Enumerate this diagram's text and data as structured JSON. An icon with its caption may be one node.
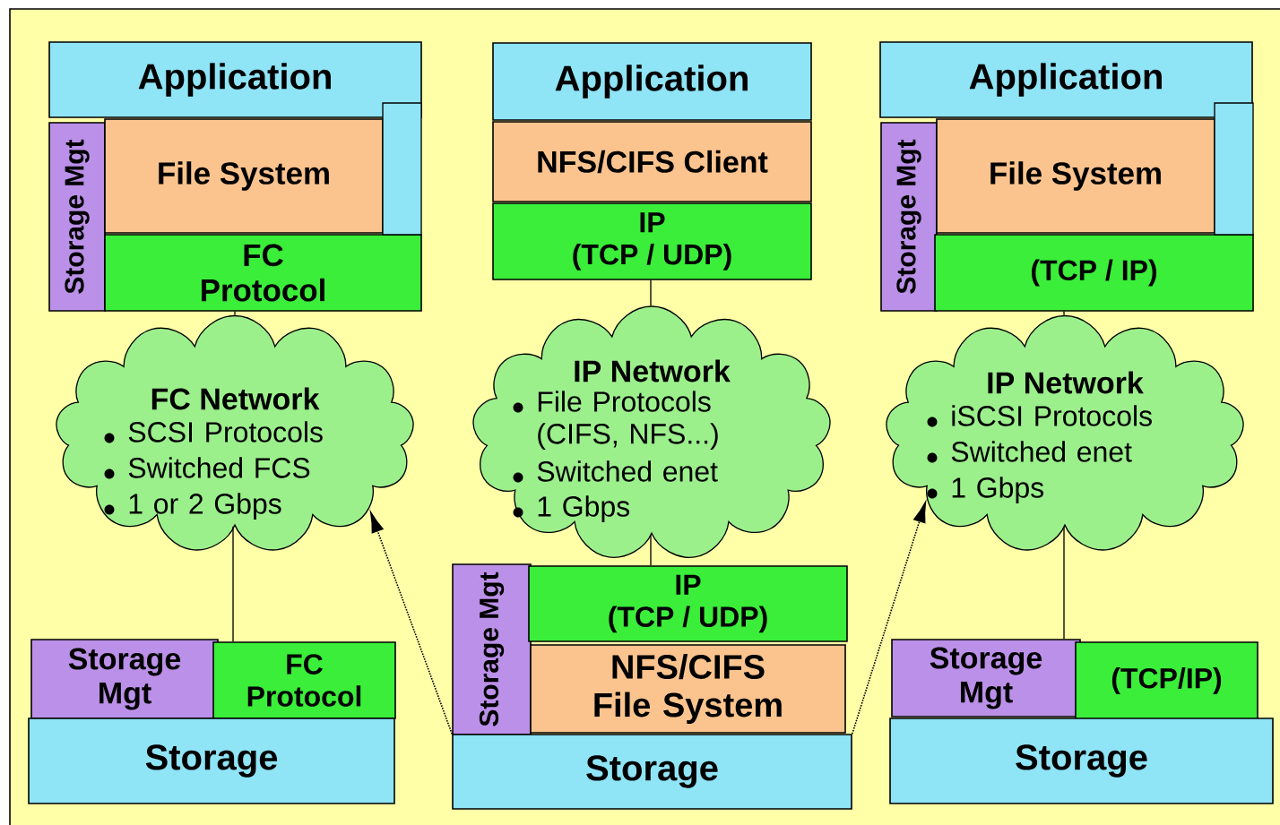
{
  "diagram": {
    "nodes": [
      {
        "text": [
          "Application"
        ]
      },
      {
        "text": [
          "Storage Mgt"
        ]
      },
      {
        "text": [
          "File System"
        ]
      },
      {
        "text": [
          "FC Protocol"
        ]
      },
      {
        "text": [
          "Application"
        ]
      },
      {
        "text": [
          "NFS/CIFS Client"
        ]
      },
      {
        "text": [
          "IP",
          "(TCP / UDP)"
        ]
      },
      {
        "text": [
          "Application"
        ]
      },
      {
        "text": [
          "Storage Mgt"
        ]
      },
      {
        "text": [
          "File System"
        ]
      },
      {
        "text": [
          "(TCP / IP)"
        ]
      },
      {
        "text": [
          "FC Network",
          "SCSI Protocols",
          "Switched FCS",
          "1 or 2 Gbps"
        ]
      },
      {
        "text": [
          "IP Network",
          "File Protocols (CIFS, NFS...)",
          "Switched enet",
          "1 Gbps"
        ]
      },
      {
        "text": [
          "IP Network",
          "iSCSI Protocols",
          "Switched enet",
          "1 Gbps"
        ]
      },
      {
        "text": [
          "Storage Mgt"
        ]
      },
      {
        "text": [
          "FC Protocol"
        ]
      },
      {
        "text": [
          "Storage"
        ]
      },
      {
        "text": [
          "Storage Mgt"
        ]
      },
      {
        "text": [
          "IP",
          "(TCP / UDP)"
        ]
      },
      {
        "text": [
          "NFS/CIFS File System"
        ]
      },
      {
        "text": [
          "Storage"
        ]
      },
      {
        "text": [
          "Storage Mgt"
        ]
      },
      {
        "text": [
          "(TCP/IP)"
        ]
      },
      {
        "text": [
          "Storage"
        ]
      },
      {
        "text": [],
        "shape": "box"
      },
      {
        "text": [],
        "shape": "box"
      }
    ],
    "edges": [
      {
        "from": 3,
        "to": 11,
        "arrow": "none"
      },
      {
        "from": 11,
        "to": 15,
        "arrow": "none"
      },
      {
        "from": 6,
        "to": 12,
        "arrow": "none"
      },
      {
        "from": 12,
        "to": 18,
        "arrow": "none"
      },
      {
        "from": 10,
        "to": 13,
        "arrow": "none"
      },
      {
        "from": 13,
        "to": 21,
        "arrow": "none"
      },
      {
        "from": 20,
        "to": 11,
        "arrow": "to",
        "style": "dashed"
      },
      {
        "from": 20,
        "to": 13,
        "arrow": "to",
        "style": "dashed"
      }
    ]
  }
}
